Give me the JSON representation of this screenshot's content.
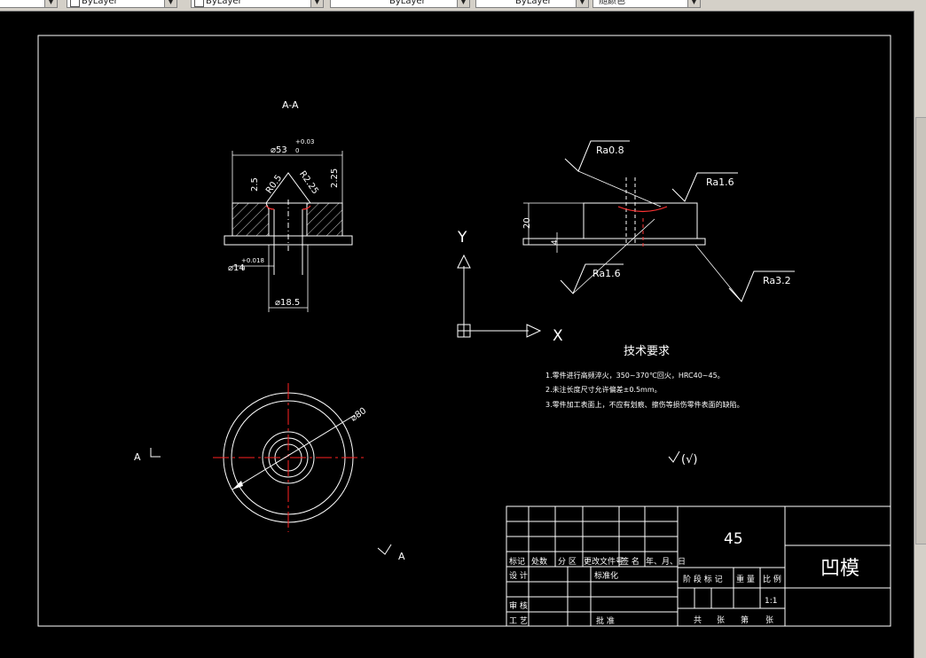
{
  "toolbar": {
    "combo1_value": "ByLayer",
    "combo2_value": "ByLayer",
    "combo3_value": "ByLayer",
    "combo4_value": "随颜色"
  },
  "drawing": {
    "section_label": "A-A",
    "dims": {
      "top_dia": "⌀53",
      "top_dia_tol_upper": "+0.03",
      "top_dia_tol_lower": "0",
      "r_small": "R0.5",
      "r_large": "R2.25",
      "h_left": "2.5",
      "h_right": "2.25",
      "bore_dia": "⌀14",
      "bore_tol_upper": "+0.018",
      "bore_tol_lower": "0",
      "bottom_dia": "⌀18.5",
      "height_total": "20",
      "height_base": "4",
      "plan_dia": "⌀80"
    },
    "roughness": [
      "Ra0.8",
      "Ra1.6",
      "Ra1.6",
      "Ra3.2"
    ],
    "axis_y": "Y",
    "axis_x": "X",
    "section_marker_left": "A",
    "section_marker_right": "A",
    "tech_title": "技术要求",
    "tech_notes": [
      "1.零件进行高频淬火，350~370℃回火，HRC40~45。",
      "2.未注长度尺寸允许偏差±0.5mm。",
      "3.零件加工表面上，不应有划痕、擦伤等损伤零件表面的缺陷。"
    ],
    "general_roughness": "(√)"
  },
  "title_block": {
    "material": "45",
    "part_name": "凹模",
    "scale": "1:1",
    "hdr_mark": "标记",
    "hdr_qty": "处数",
    "hdr_zone": "分 区",
    "hdr_docno": "更改文件号",
    "hdr_sign": "签 名",
    "hdr_date": "年、月、日",
    "design": "设 计",
    "standard": "标准化",
    "review": "审 核",
    "process": "工 艺",
    "approve": "批 准",
    "stage": "阶 段 标 记",
    "weight": "重 量",
    "ratio": "比 例",
    "total": "共",
    "sheets": "张",
    "num": "第",
    "sheet2": "张"
  }
}
